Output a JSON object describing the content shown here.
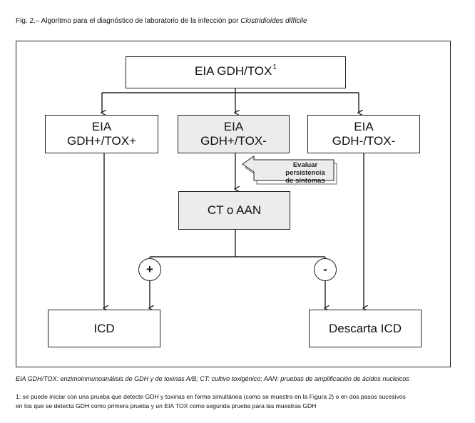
{
  "caption": {
    "prefix": "Fig. 2.– Algoritmo para el diagnóstico de laboratorio de la infección por ",
    "organism": "Clostridioides difficile"
  },
  "diagram": {
    "top_box": {
      "label": "EIA GDH/TOX",
      "superscript": "1"
    },
    "left_box": {
      "line1": "EIA",
      "line2": "GDH+/TOX+"
    },
    "middle_box": {
      "line1": "EIA",
      "line2": "GDH+/TOX-"
    },
    "right_box": {
      "line1": "EIA",
      "line2": "GDH-/TOX-"
    },
    "note": {
      "line1": "Evaluar",
      "line2": "persistencia",
      "line3": "de síntomas"
    },
    "ct_box": {
      "label": "CT o AAN"
    },
    "positive": "+",
    "negative": "-",
    "icd_box": {
      "label": "ICD"
    },
    "discard_box": {
      "label": "Descarta ICD"
    }
  },
  "footnotes": {
    "abbreviations": "EIA GDH/TOX: enzimoinmunoanálisis de GDH y de toxinas A/B; CT: cultivo toxigénico; AAN: pruebas de amplificación de ácidos nucleicos",
    "note1_line1": "1: se puede iniciar con una prueba que detecte GDH y toxinas en forma simultánea (como se muestra en la Figura 2) o en dos pasos sucesivos",
    "note1_line2": "en los que se detecta GDH como primera prueba y un EIA TOX como segunda prueba para las muestras GDH"
  }
}
